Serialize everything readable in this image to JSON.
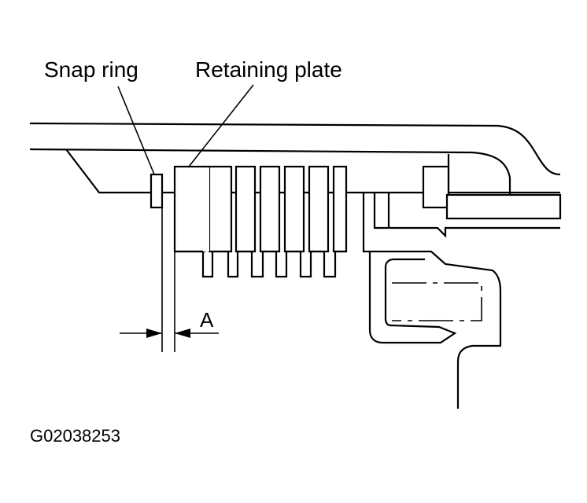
{
  "labels": {
    "snap_ring": "Snap ring",
    "retaining_plate": "Retaining plate",
    "clearance": "A",
    "figure_id": "G02038253"
  },
  "colors": {
    "ink": "#000000",
    "background": "#ffffff"
  }
}
